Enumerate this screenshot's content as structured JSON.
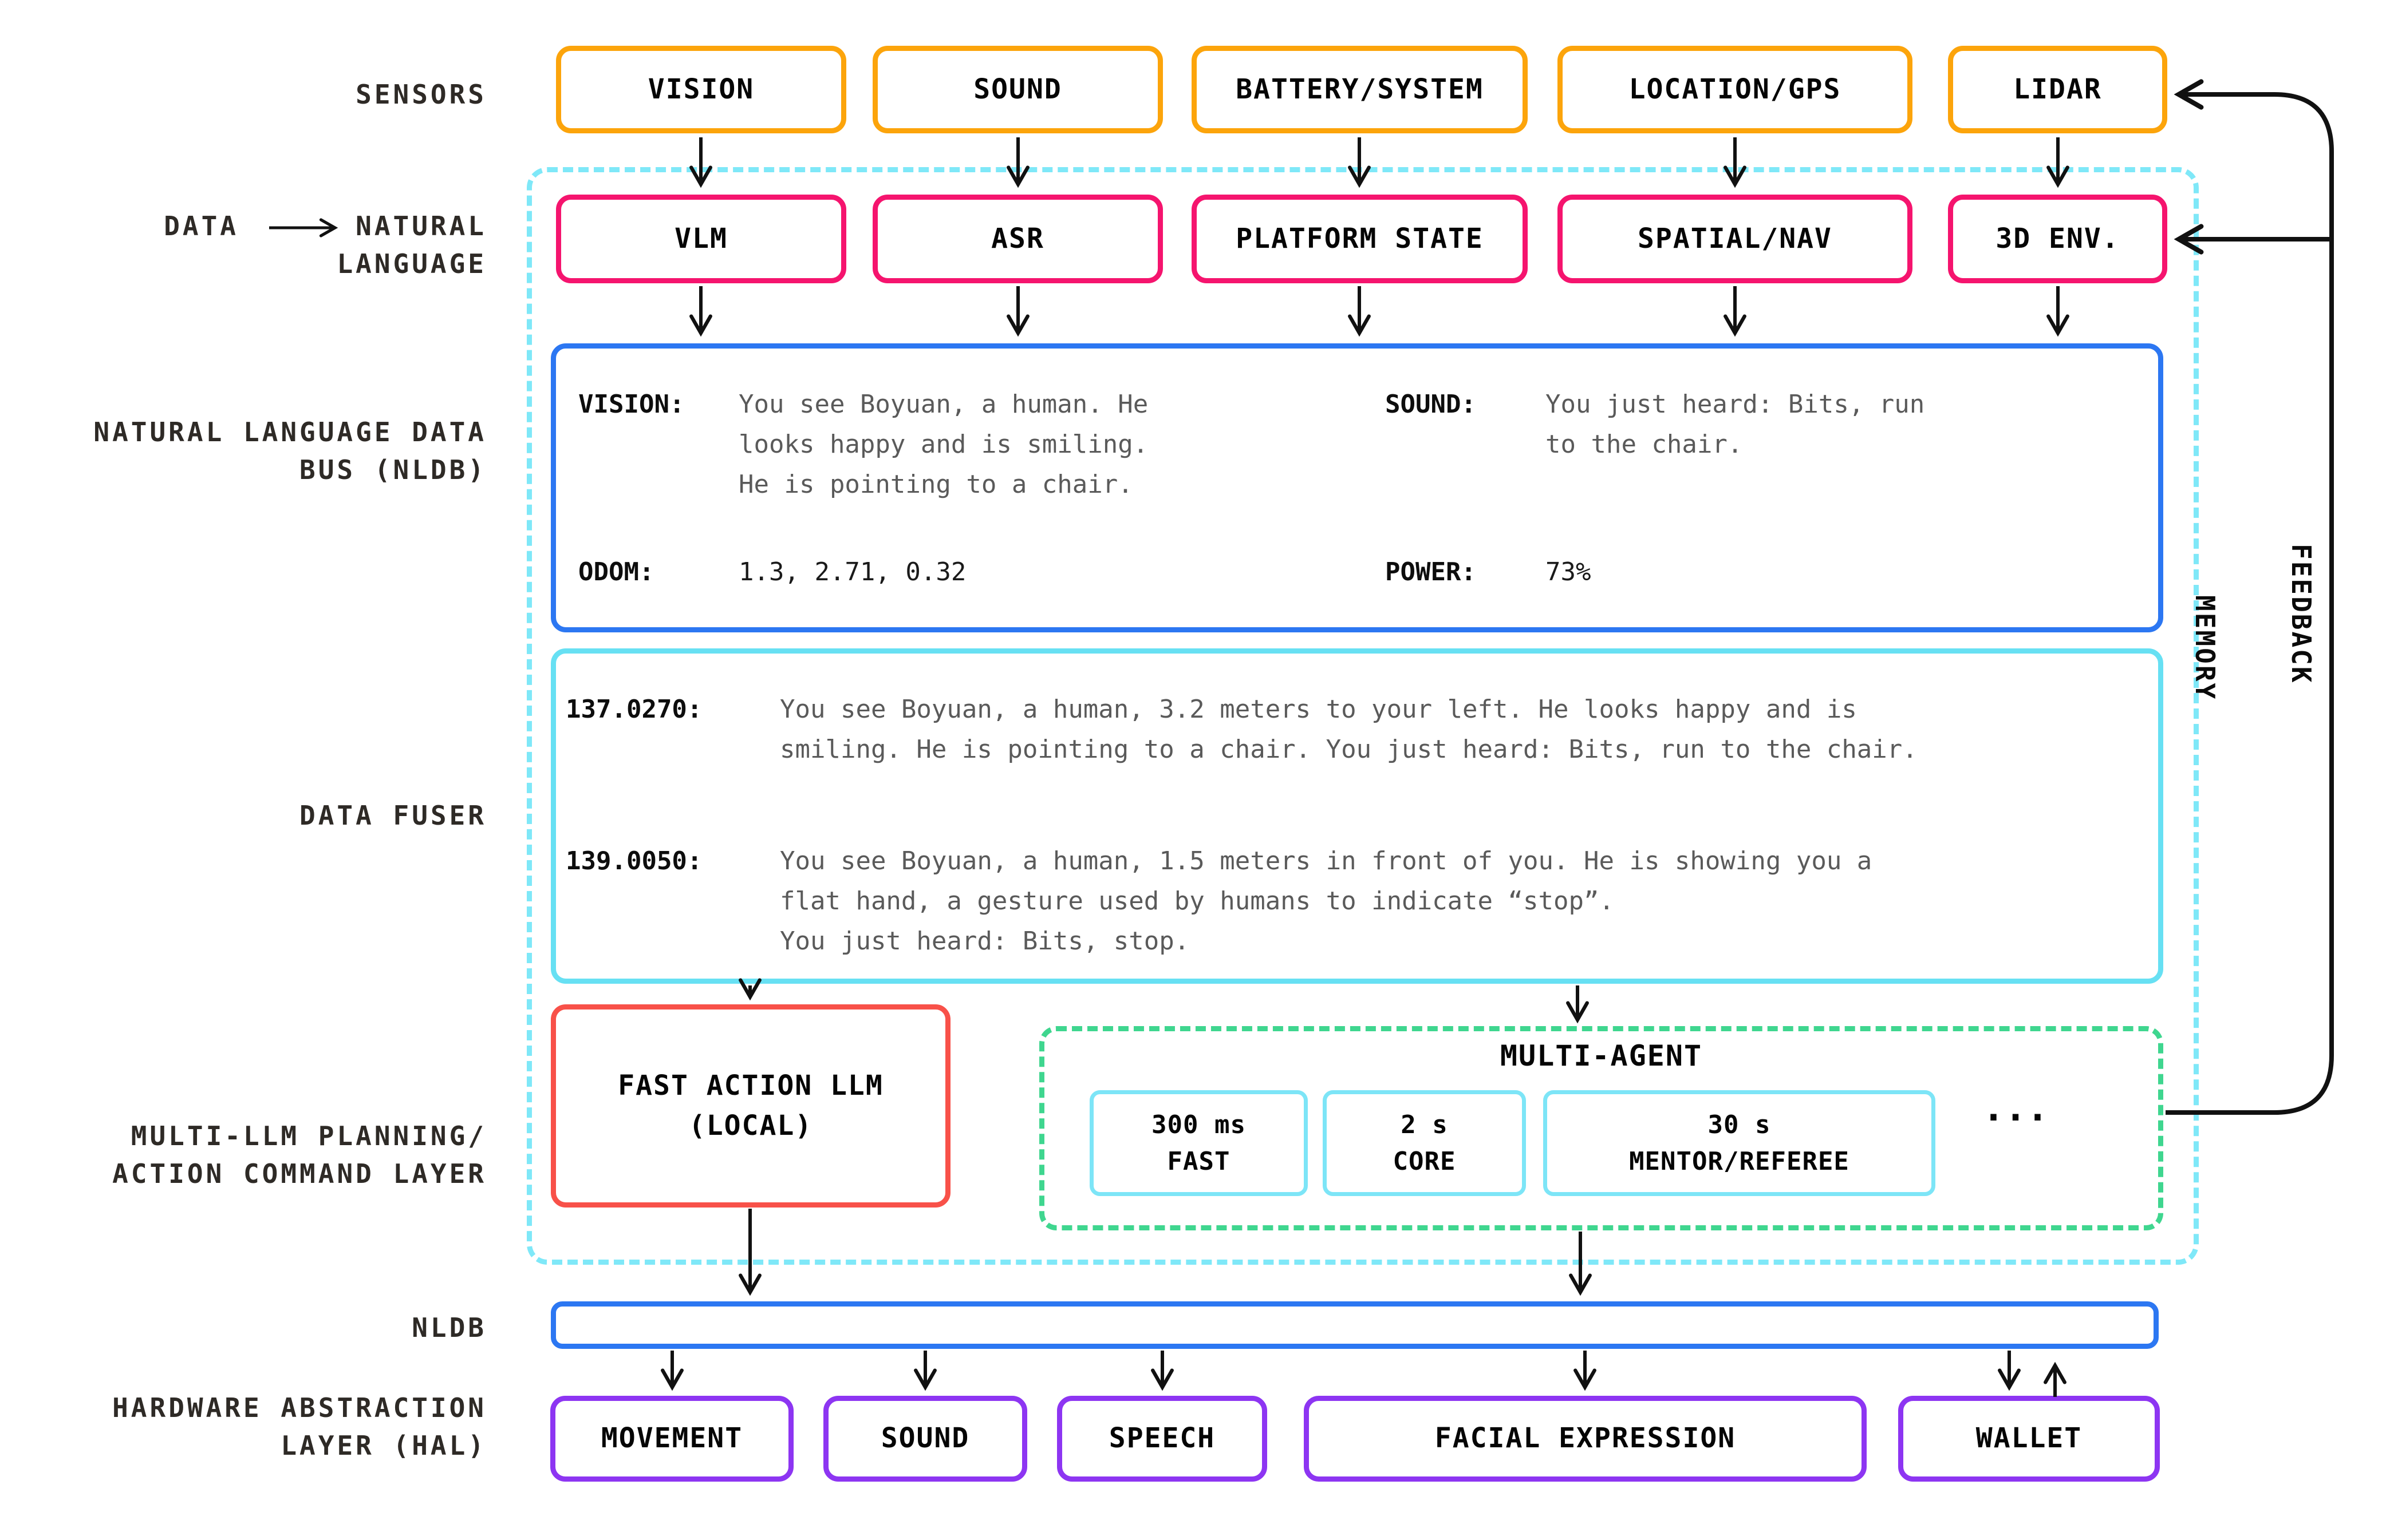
{
  "colors": {
    "orange": "#FCA40B",
    "pink": "#F5146E",
    "blue": "#2C77F2",
    "cyan": "#67E0F3",
    "cyan_dashed": "#7FE8F8",
    "green": "#3FD68F",
    "red": "#F85149",
    "purple": "#8D35F2",
    "arrow_black": "#111111",
    "label_dark": "#2E2A26",
    "body_gray": "#5A5A5A"
  },
  "left_labels": {
    "sensors": "SENSORS",
    "data": "DATA",
    "natural_language": "NATURAL\nLANGUAGE",
    "nldb_bus": "NATURAL LANGUAGE DATA\nBUS (NLDB)",
    "data_fuser": "DATA FUSER",
    "multi_llm": "MULTI-LLM PLANNING/\nACTION COMMAND LAYER",
    "nldb": "NLDB",
    "hal": "HARDWARE ABSTRACTION\nLAYER (HAL)"
  },
  "sensors_row": [
    "VISION",
    "SOUND",
    "BATTERY/SYSTEM",
    "LOCATION/GPS",
    "LIDAR"
  ],
  "nl_row": [
    "VLM",
    "ASR",
    "PLATFORM STATE",
    "SPATIAL/NAV",
    "3D ENV."
  ],
  "nldb_bus": {
    "vision_label": "VISION:",
    "vision_text": "You see Boyuan, a human. He\nlooks happy and is smiling.\nHe is pointing to a chair.",
    "sound_label": "SOUND:",
    "sound_text": "You just heard: Bits, run\nto the chair.",
    "odom_label": "ODOM:",
    "odom_value": "1.3, 2.71, 0.32",
    "power_label": "POWER:",
    "power_value": "73%"
  },
  "data_fuser": {
    "entries": [
      {
        "time": "137.0270:",
        "text": "You see Boyuan, a human, 3.2 meters to your left. He looks happy and is\nsmiling. He is pointing to a chair. You just heard: Bits, run to the chair."
      },
      {
        "time": "139.0050:",
        "text": "You see Boyuan, a human, 1.5 meters in front of you. He is showing you a\nflat hand, a gesture used by humans to indicate “stop”.\nYou just heard: Bits, stop."
      }
    ]
  },
  "planning": {
    "fast_llm": "FAST ACTION LLM\n(LOCAL)",
    "multi_agent_title": "MULTI-AGENT",
    "agents": [
      {
        "time": "300 ms",
        "name": "FAST"
      },
      {
        "time": "2 s",
        "name": "CORE"
      },
      {
        "time": "30 s",
        "name": "MENTOR/REFEREE"
      }
    ],
    "ellipsis": "..."
  },
  "hal_row": [
    "MOVEMENT",
    "SOUND",
    "SPEECH",
    "FACIAL EXPRESSION",
    "WALLET"
  ],
  "side_labels": {
    "memory": "MEMORY",
    "feedback": "FEEDBACK"
  }
}
